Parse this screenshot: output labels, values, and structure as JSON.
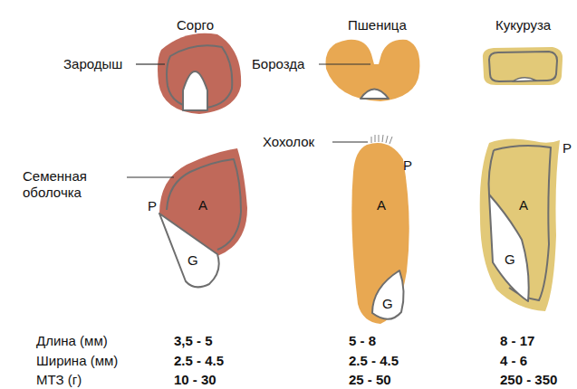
{
  "diagram": {
    "labels": [
      "Сорго",
      "Пшеница",
      "Кукуруза",
      "Зародыш",
      "Борозда",
      "Хохолок",
      "P",
      "P",
      "Семенная оболочка",
      "P",
      "A",
      "A",
      "A",
      "G",
      "G",
      "G",
      "Длина (мм)",
      "3,5 - 5",
      "5 - 8",
      "8 - 17",
      "Ширина (мм)",
      "2.5 - 4.5",
      "2.5 - 4.5",
      "4 - 6",
      "МТЗ (г)",
      "10 - 30",
      "25 - 50",
      "250 - 350"
    ]
  }
}
